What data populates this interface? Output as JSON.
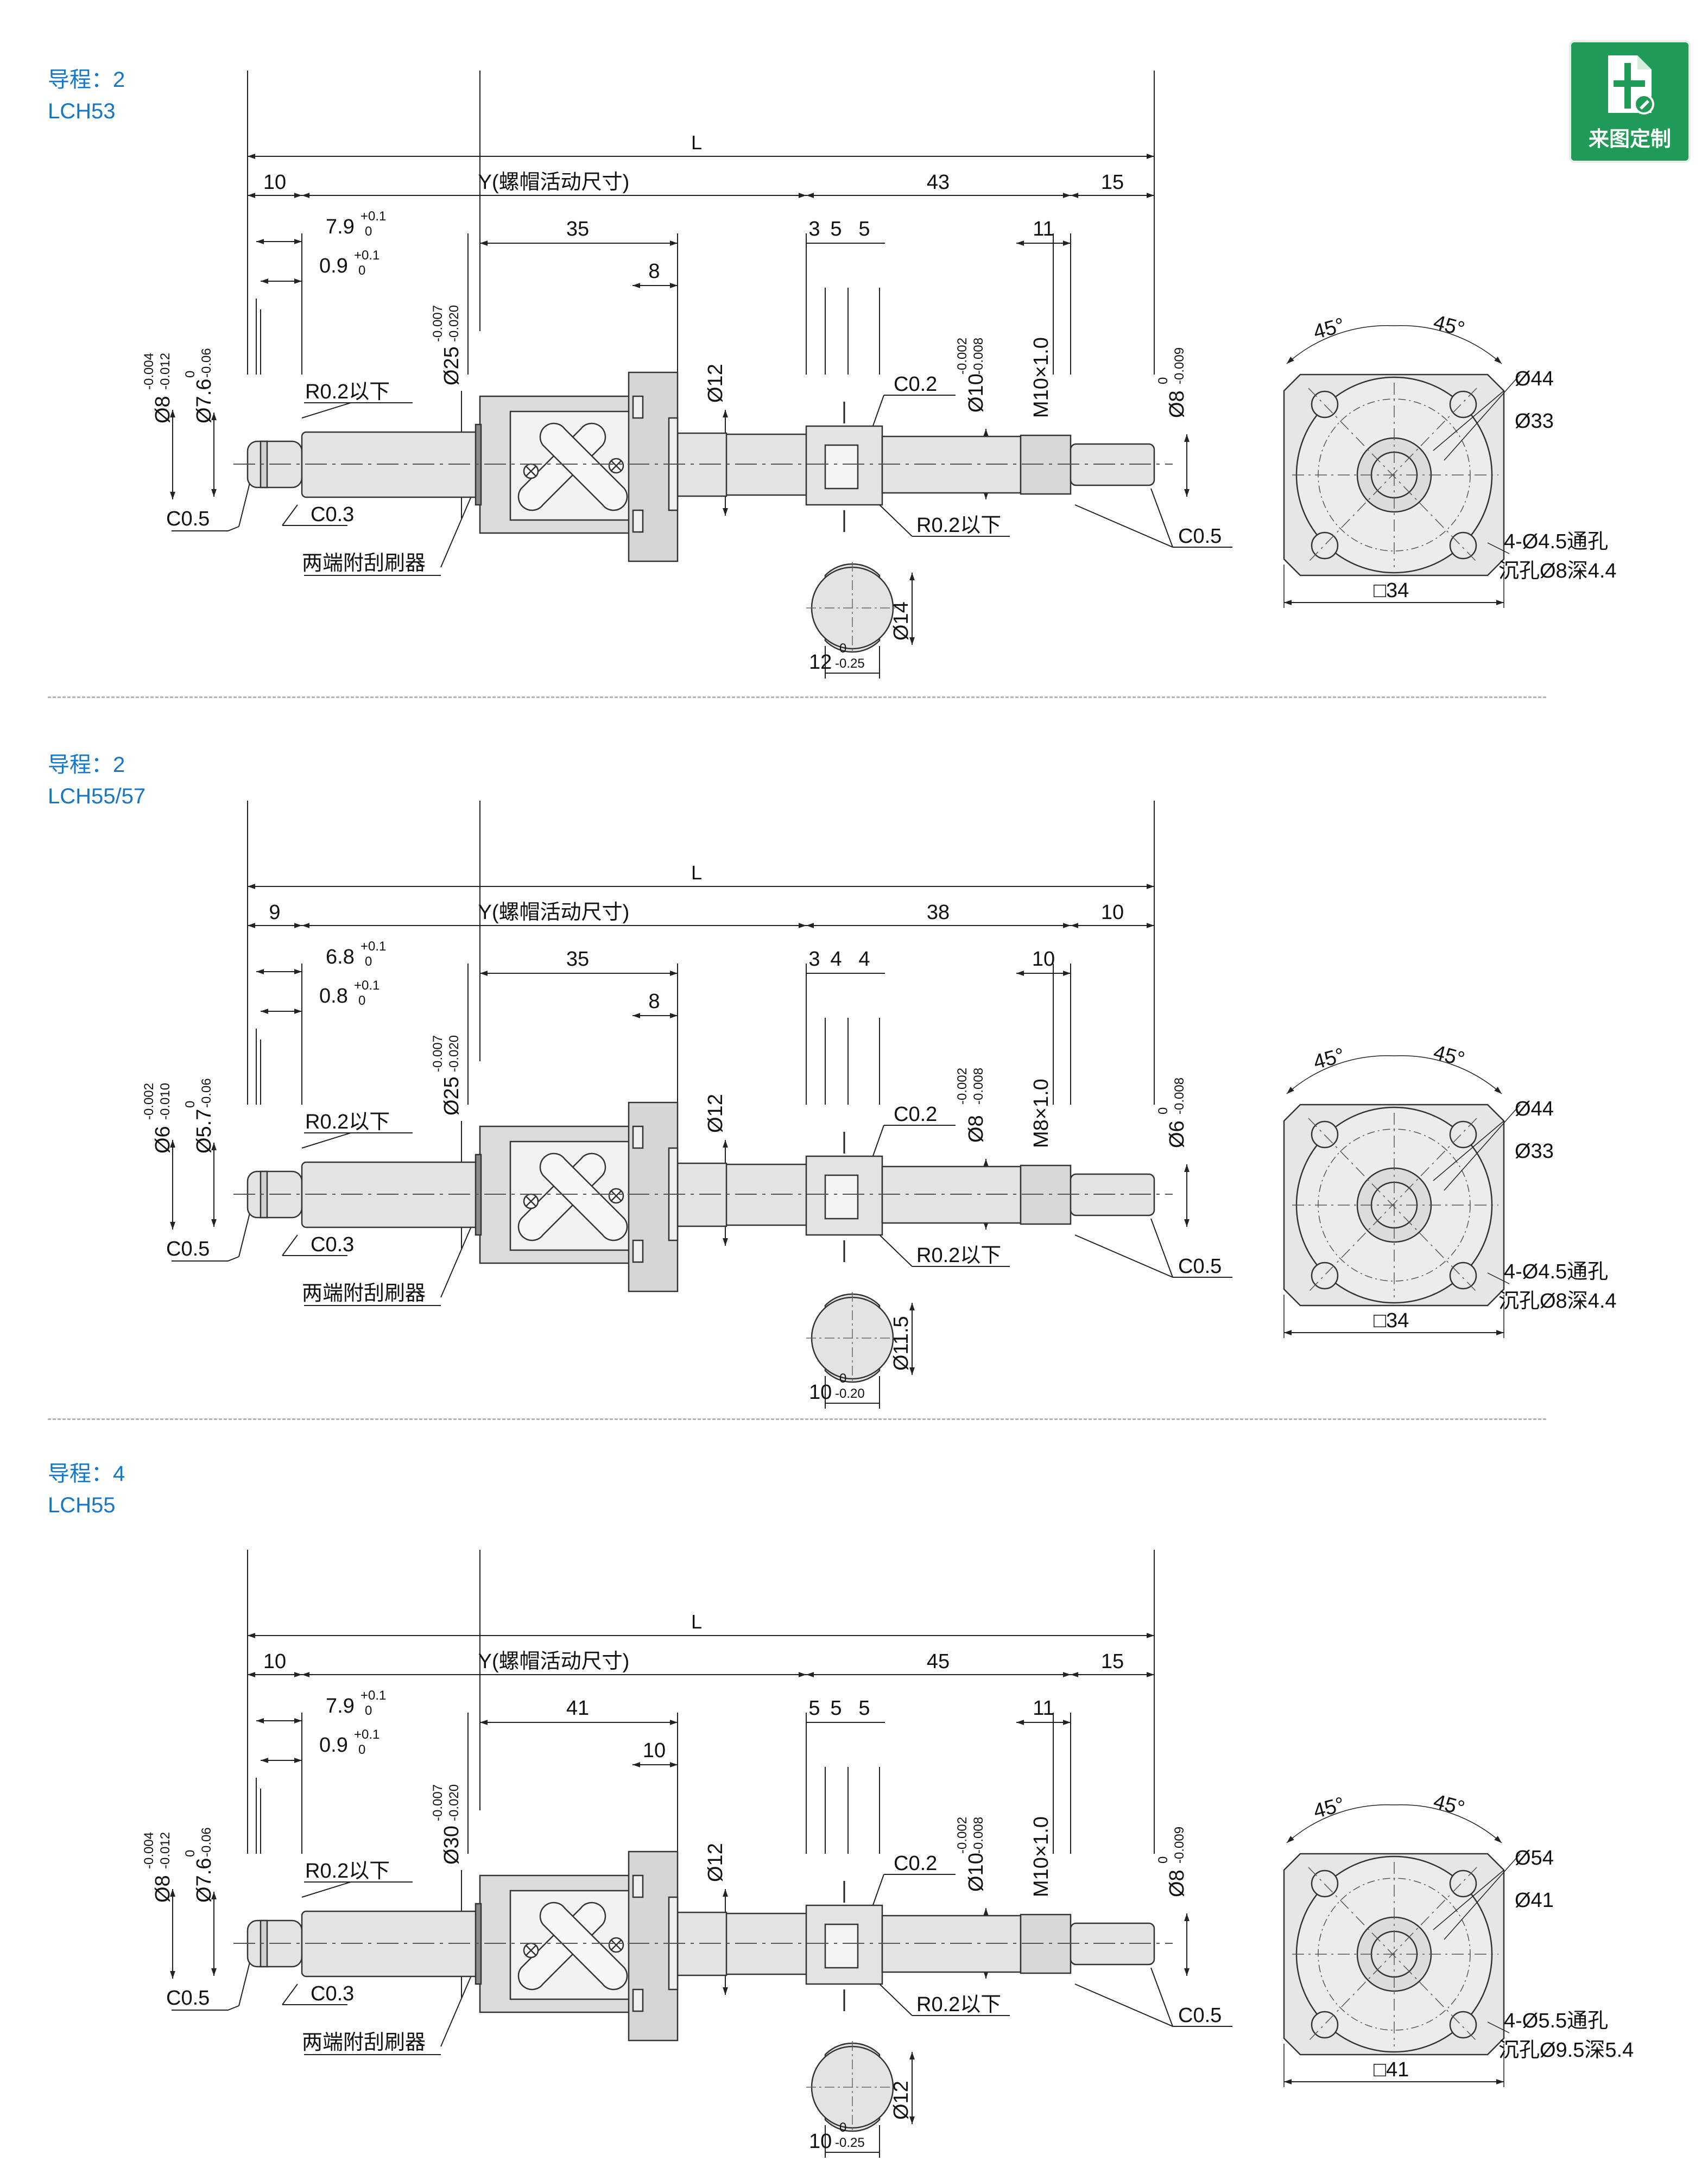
{
  "badge": {
    "label": "来图定制"
  },
  "sections": [
    {
      "lead": "导程：2",
      "model": "LCH53",
      "t_L": "L",
      "t_Y": "Y(螺帽活动尺寸)",
      "t_left": "10",
      "t_mid": "43",
      "t_right": "15",
      "t_a": "7.9",
      "t_a_tol_up": "+0.1",
      "t_a_tol_dn": "0",
      "t_b": "0.9",
      "t_b_tol_up": "+0.1",
      "t_b_tol_dn": "0",
      "t_nut": "35",
      "t_flange": "8",
      "t_s1": "3",
      "t_s2": "5",
      "t_s3": "5",
      "t_thread_len": "11",
      "t_d1": "Ø8",
      "t_d1_up": "-0.004",
      "t_d1_dn": "-0.012",
      "t_d2": "Ø7.6",
      "t_d2_up": "0",
      "t_d2_dn": "-0.06",
      "t_nutd": "Ø25",
      "t_nutd_up": "-0.007",
      "t_nutd_dn": "-0.020",
      "t_shaft": "Ø12",
      "t_c02": "C0.2",
      "t_d3": "Ø10",
      "t_d3_up": "-0.002",
      "t_d3_dn": "-0.008",
      "t_thread": "M10×1.0",
      "t_d4": "Ø8",
      "t_d4_up": "0",
      "t_d4_dn": "-0.009",
      "t_r1": "R0.2以下",
      "t_c05a": "C0.5",
      "t_c03": "C0.3",
      "t_wiper": "两端附刮刷器",
      "t_r2": "R0.2以下",
      "t_c05b": "C0.5",
      "t_cut_d": "Ø14",
      "t_cut_w": "12",
      "t_cut_w_up": "0",
      "t_cut_w_dn": "-0.25",
      "t_ang1": "45°",
      "t_ang2": "45°",
      "t_pcd": "Ø44",
      "t_bore": "Ø33",
      "t_holes": "4-Ø4.5通孔",
      "t_cbore": "沉孔Ø8深4.4",
      "t_sq": "□34"
    },
    {
      "lead": "导程：2",
      "model": "LCH55/57",
      "t_L": "L",
      "t_Y": "Y(螺帽活动尺寸)",
      "t_left": "9",
      "t_mid": "38",
      "t_right": "10",
      "t_a": "6.8",
      "t_a_tol_up": "+0.1",
      "t_a_tol_dn": "0",
      "t_b": "0.8",
      "t_b_tol_up": "+0.1",
      "t_b_tol_dn": "0",
      "t_nut": "35",
      "t_flange": "8",
      "t_s1": "3",
      "t_s2": "4",
      "t_s3": "4",
      "t_thread_len": "10",
      "t_d1": "Ø6",
      "t_d1_up": "-0.002",
      "t_d1_dn": "-0.010",
      "t_d2": "Ø5.7",
      "t_d2_up": "0",
      "t_d2_dn": "-0.06",
      "t_nutd": "Ø25",
      "t_nutd_up": "-0.007",
      "t_nutd_dn": "-0.020",
      "t_shaft": "Ø12",
      "t_c02": "C0.2",
      "t_d3": "Ø8",
      "t_d3_up": "-0.002",
      "t_d3_dn": "-0.008",
      "t_thread": "M8×1.0",
      "t_d4": "Ø6",
      "t_d4_up": "0",
      "t_d4_dn": "-0.008",
      "t_r1": "R0.2以下",
      "t_c05a": "C0.5",
      "t_c03": "C0.3",
      "t_wiper": "两端附刮刷器",
      "t_r2": "R0.2以下",
      "t_c05b": "C0.5",
      "t_cut_d": "Ø11.5",
      "t_cut_w": "10",
      "t_cut_w_up": "0",
      "t_cut_w_dn": "-0.20",
      "t_ang1": "45°",
      "t_ang2": "45°",
      "t_pcd": "Ø44",
      "t_bore": "Ø33",
      "t_holes": "4-Ø4.5通孔",
      "t_cbore": "沉孔Ø8深4.4",
      "t_sq": "□34"
    },
    {
      "lead": "导程：4",
      "model": "LCH55",
      "t_L": "L",
      "t_Y": "Y(螺帽活动尺寸)",
      "t_left": "10",
      "t_mid": "45",
      "t_right": "15",
      "t_a": "7.9",
      "t_a_tol_up": "+0.1",
      "t_a_tol_dn": "0",
      "t_b": "0.9",
      "t_b_tol_up": "+0.1",
      "t_b_tol_dn": "0",
      "t_nut": "41",
      "t_flange": "10",
      "t_s1": "5",
      "t_s2": "5",
      "t_s3": "5",
      "t_thread_len": "11",
      "t_d1": "Ø8",
      "t_d1_up": "-0.004",
      "t_d1_dn": "-0.012",
      "t_d2": "Ø7.6",
      "t_d2_up": "0",
      "t_d2_dn": "-0.06",
      "t_nutd": "Ø30",
      "t_nutd_up": "-0.007",
      "t_nutd_dn": "-0.020",
      "t_shaft": "Ø12",
      "t_c02": "C0.2",
      "t_d3": "Ø10",
      "t_d3_up": "-0.002",
      "t_d3_dn": "-0.008",
      "t_thread": "M10×1.0",
      "t_d4": "Ø8",
      "t_d4_up": "0",
      "t_d4_dn": "-0.009",
      "t_r1": "R0.2以下",
      "t_c05a": "C0.5",
      "t_c03": "C0.3",
      "t_wiper": "两端附刮刷器",
      "t_r2": "R0.2以下",
      "t_c05b": "C0.5",
      "t_cut_d": "Ø12",
      "t_cut_w": "10",
      "t_cut_w_up": "0",
      "t_cut_w_dn": "-0.25",
      "t_ang1": "45°",
      "t_ang2": "45°",
      "t_pcd": "Ø54",
      "t_bore": "Ø41",
      "t_holes": "4-Ø5.5通孔",
      "t_cbore": "沉孔Ø9.5深5.4",
      "t_sq": "□41"
    }
  ]
}
